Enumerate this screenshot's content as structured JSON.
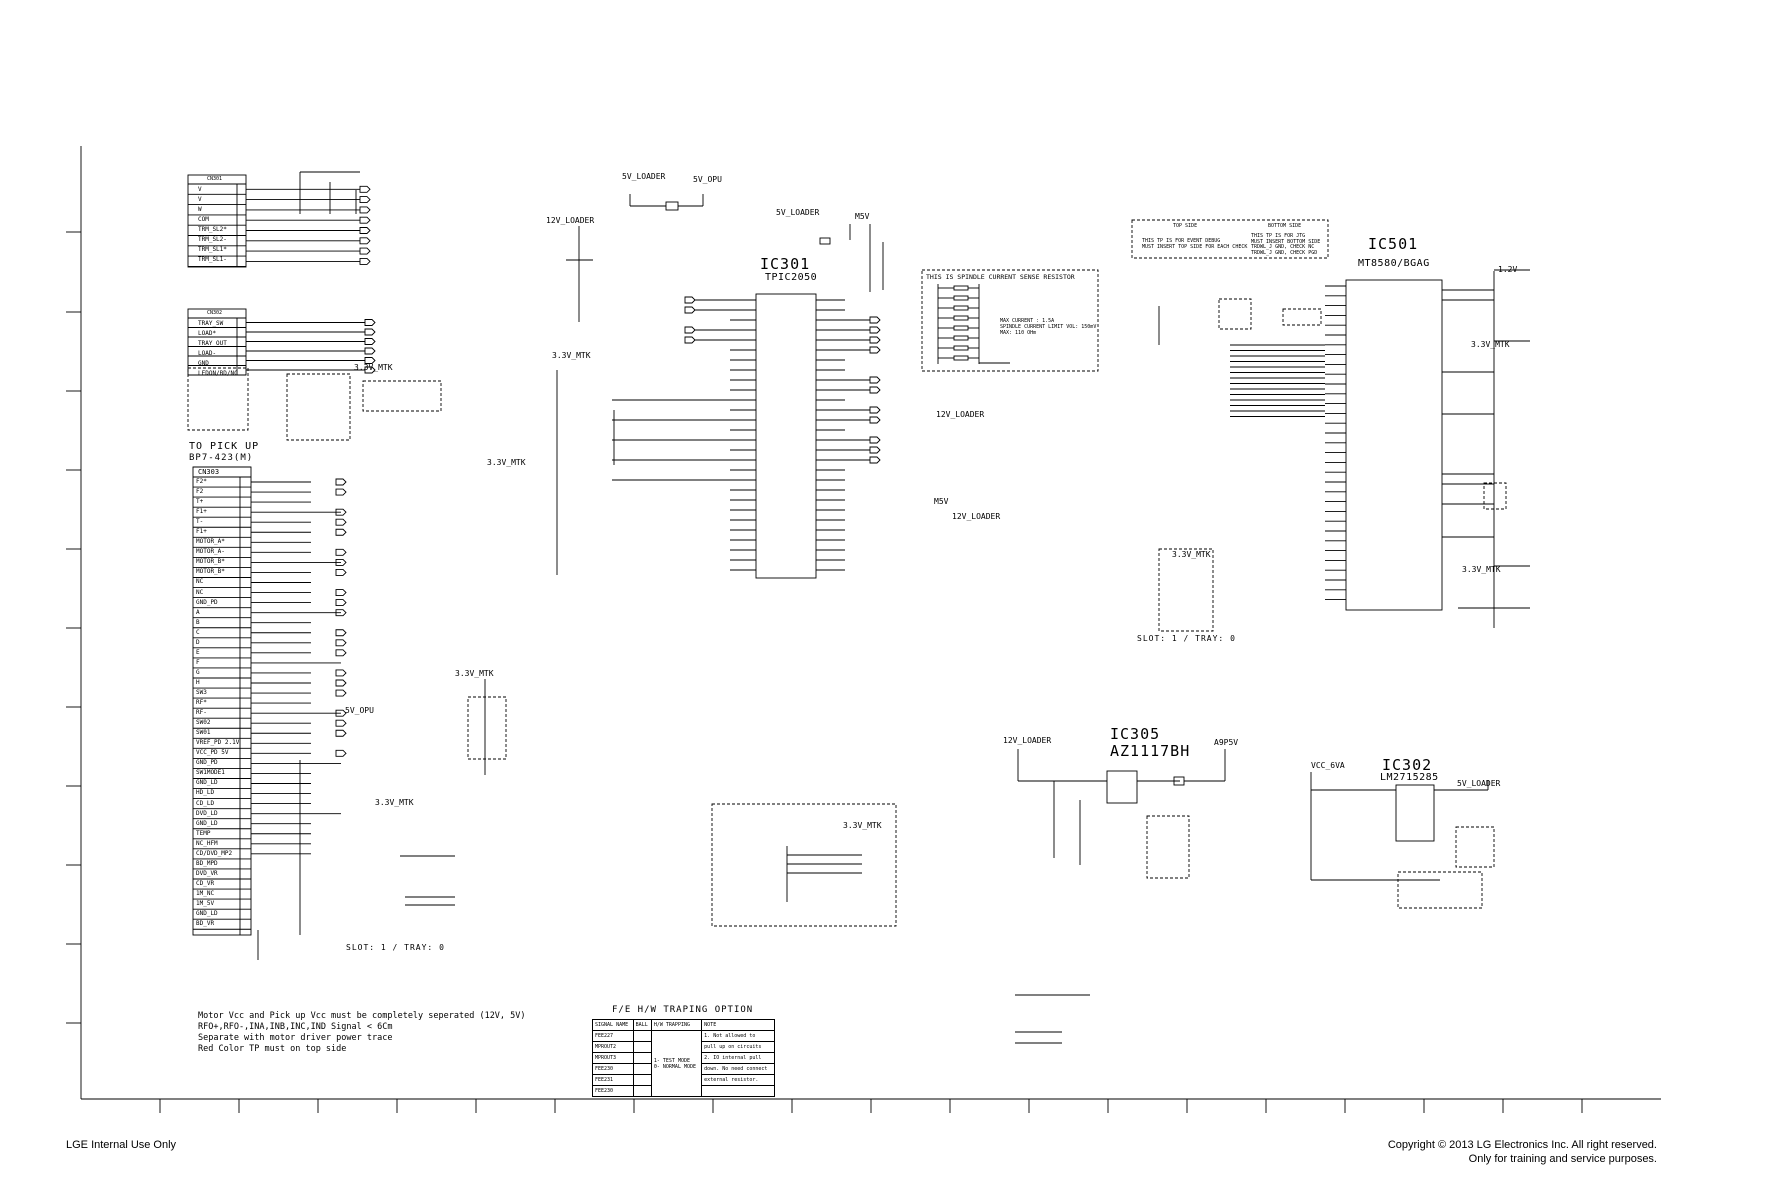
{
  "ic301": {
    "name": "IC301",
    "part": "TPIC2050"
  },
  "ic501": {
    "name": "IC501",
    "part": "MT8580/BGAG"
  },
  "ic305": {
    "name": "IC305",
    "part": "AZ1117BH"
  },
  "ic302": {
    "name": "IC302",
    "part": "LM2715285"
  },
  "rails": {
    "v5_loader": "5V_LOADER",
    "v5_opu": "5V_OPU",
    "v12_loader": "12V_LOADER",
    "v33_mtk": "3.3V_MTK",
    "m5v": "M5V",
    "a5v": "A9P5V",
    "vcc_6va": "VCC_6VA",
    "v12": "1.2V"
  },
  "pickup": {
    "title": "TO PICK UP",
    "part": "BP7-423(M)",
    "connector": "CN303"
  },
  "cn301": {
    "ref": "CN301",
    "pins": [
      "V",
      "V",
      "W",
      "COM",
      "TRM_SL2*",
      "TRM_SL2-",
      "TRM_SL1*",
      "TRM_SL1-"
    ]
  },
  "cn302": {
    "ref": "CN302",
    "pins": [
      "TRAY_SW",
      "LOAD*",
      "TRAY_OUT",
      "LOAD-",
      "GND",
      "LEDON/BD/NC"
    ]
  },
  "cn303_pins": [
    "F2*",
    "F2",
    "T+",
    "F1+",
    "T-",
    "F1+",
    "MOTOR_A*",
    "MOTOR_A-",
    "MOTOR_B*",
    "MOTOR_B*",
    "NC",
    "NC",
    "GND_PD",
    "A",
    "B",
    "C",
    "D",
    "E",
    "F",
    "G",
    "H",
    "SW3",
    "RF*",
    "RF-",
    "SW02",
    "SW01",
    "VREF_PD 2.1V",
    "VCC_PD 5V",
    "GND_PD",
    "SW1MODE1",
    "GND_LD",
    "HD_LD",
    "CD_LD",
    "DVD_LD",
    "GND_LD",
    "TEMP",
    "NC_HFM",
    "CD/DVD_MP2",
    "BD_MPD",
    "DVD_VR",
    "CD_VR",
    "1M_NC",
    "1M_5V",
    "GND_LD",
    "BD_VR"
  ],
  "spindle_note": "THIS IS SPINDLE CURRENT SENSE RESISTOR",
  "spindle_spec": "MAX CURRENT : 1.5A\nSPINDLE CURRENT LIMIT VOL: 150mV\nMAX: 110 OHm",
  "top_bottom": {
    "top_side": "TOP SIDE",
    "bottom_side": "BOTTOM SIDE",
    "top_text": "THIS TP IS FOR EVENT DEBUG\nMUST INSERT TOP SIDE FOR EACH CHECK",
    "bottom_text": "THIS TP IS FOR JTG\nMUST INSERT BOTTOM SIDE\nTRDWL_J GND, CHECK NC\nTRDWL_J GND, CHECK PGD"
  },
  "slot_tray": "SLOT: 1 / TRAY: 0",
  "motor_note": "Motor Vcc and Pick up Vcc must be completely seperated (12V, 5V)\nRFO+,RFO-,INA,INB,INC,IND Signal < 6Cm\nSeparate with motor driver power trace\nRed Color TP must on top side",
  "trap_option": {
    "title": "F/E H/W TRAPING OPTION",
    "headers": [
      "SIGNAL NAME",
      "BALL",
      "H/W TRAPPING",
      "NOTE"
    ],
    "signals": [
      "FEE227",
      "MPROUT2",
      "MPROUT3",
      "FEE230",
      "FEE231",
      "FEE230"
    ],
    "trapping": "1- TEST MODE\n0- NORMAL MODE",
    "notes": [
      "1. Not allowed to",
      "pull up on circuits",
      "2. IO internal pull",
      "down. No need connect",
      "external resistor."
    ]
  },
  "footer": {
    "left": "LGE Internal Use Only",
    "copyright": "Copyright © 2013 LG Electronics Inc. All right reserved.",
    "purpose": "Only for training and service purposes."
  }
}
